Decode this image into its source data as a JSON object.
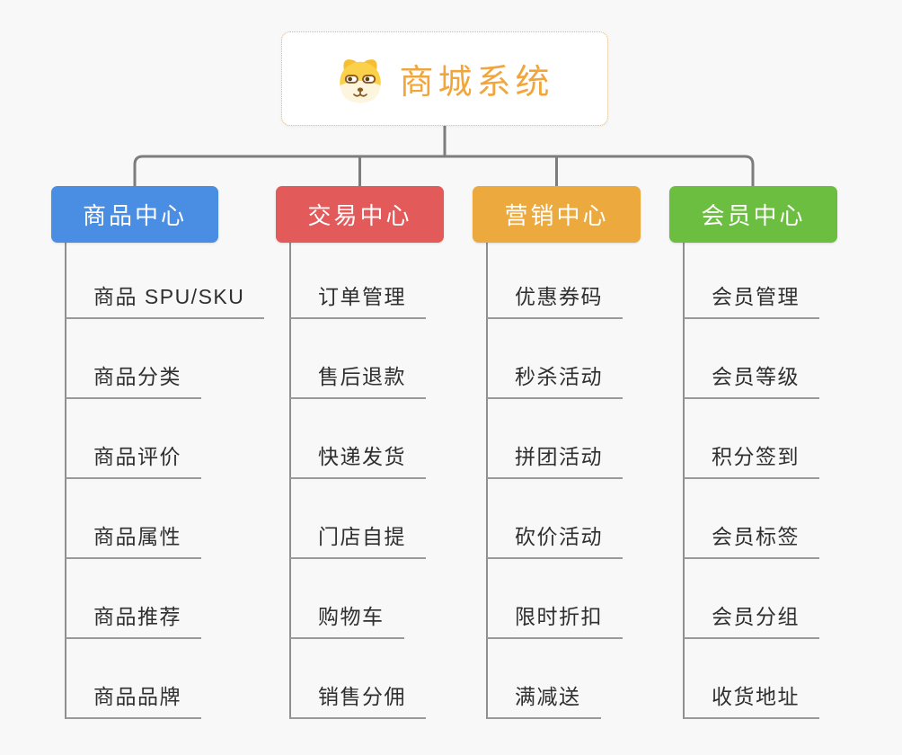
{
  "root": {
    "title": "商城系统",
    "icon": "dog-face-icon",
    "accent_color": "#f0a63c",
    "border_color": "#efb259"
  },
  "branches": [
    {
      "label": "商品中心",
      "color": "#4a8ee4",
      "children": [
        "商品 SPU/SKU",
        "商品分类",
        "商品评价",
        "商品属性",
        "商品推荐",
        "商品品牌"
      ]
    },
    {
      "label": "交易中心",
      "color": "#e25a5a",
      "children": [
        "订单管理",
        "售后退款",
        "快递发货",
        "门店自提",
        "购物车",
        "销售分佣"
      ]
    },
    {
      "label": "营销中心",
      "color": "#eba93e",
      "children": [
        "优惠券码",
        "秒杀活动",
        "拼团活动",
        "砍价活动",
        "限时折扣",
        "满减送"
      ]
    },
    {
      "label": "会员中心",
      "color": "#6cbe41",
      "children": [
        "会员管理",
        "会员等级",
        "积分签到",
        "会员标签",
        "会员分组",
        "收货地址"
      ]
    }
  ]
}
